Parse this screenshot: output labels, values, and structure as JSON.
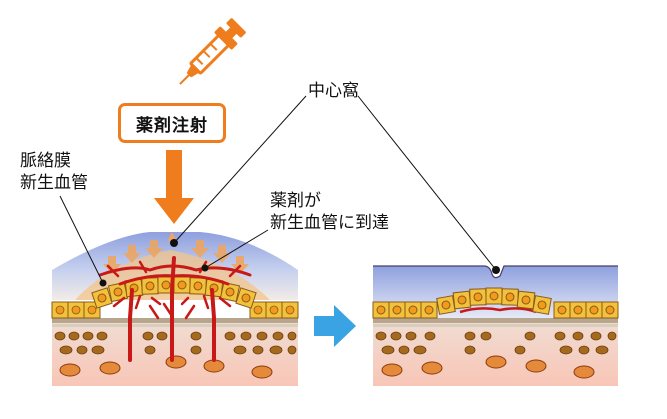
{
  "labels": {
    "injection": "薬剤注射",
    "fovea": "中心窩",
    "cnv_line1": "脈絡膜",
    "cnv_line2": "新生血管",
    "reach_line1": "薬剤が",
    "reach_line2": "新生血管に到達"
  },
  "colors": {
    "accent_orange": "#ef7d1d",
    "arrow_blue": "#3aa3e3",
    "vessel_red": "#c81818",
    "cell_yellow": "#f3c23c",
    "cell_orange": "#f29a1e",
    "sclera_pink": "#f6cfc0",
    "fluid_blue": "#9aabe0"
  },
  "icons": {
    "syringe": "syringe-icon",
    "down_arrow": "down-arrow-icon",
    "right_arrow": "right-arrow-icon"
  }
}
